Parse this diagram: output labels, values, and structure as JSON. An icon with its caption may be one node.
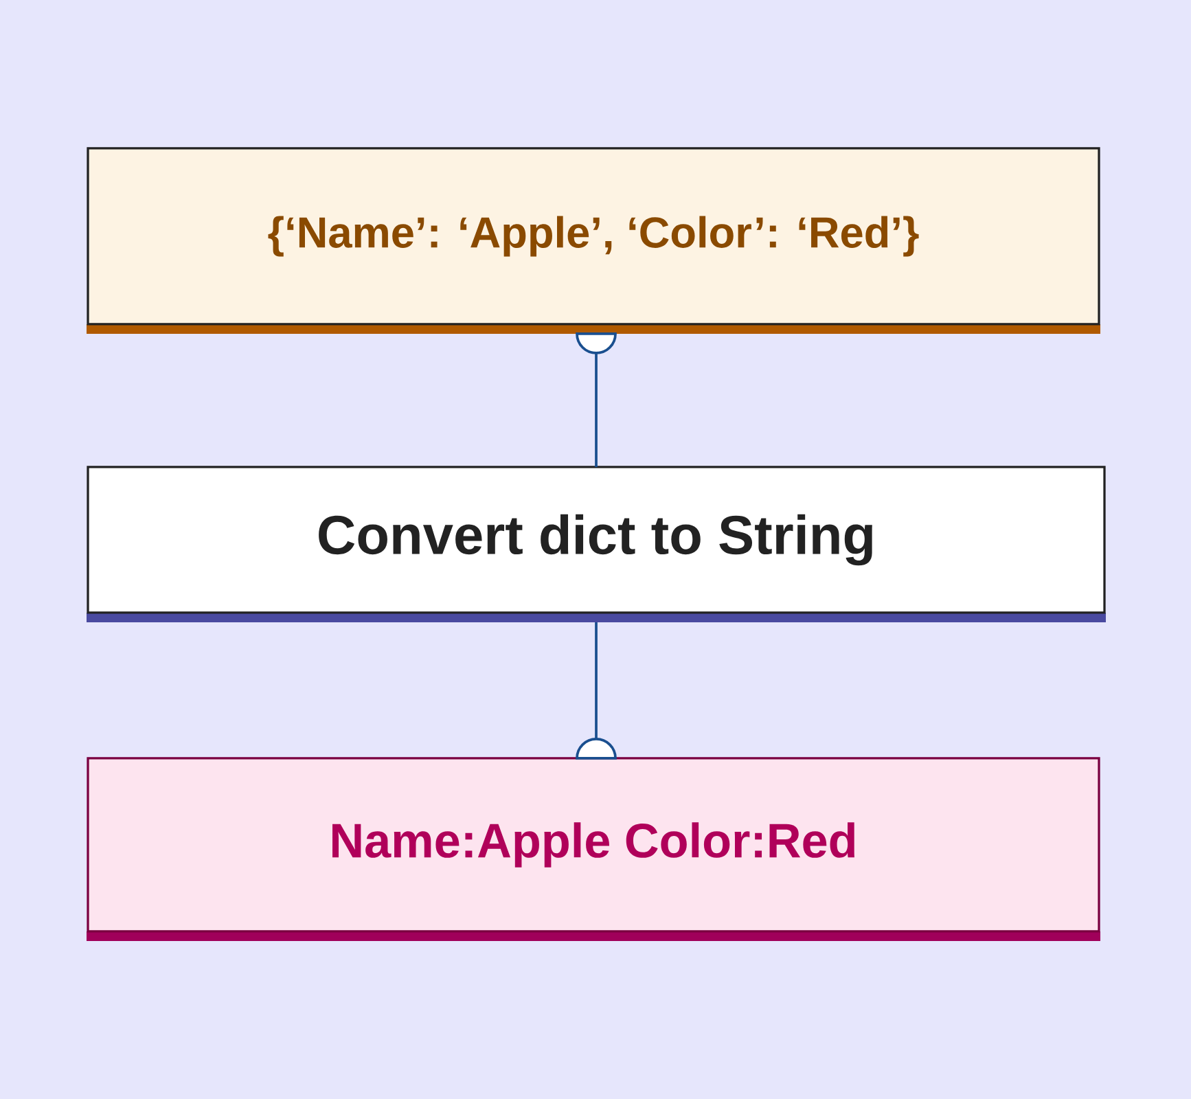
{
  "diagram": {
    "nodes": [
      {
        "text": [
          "{‘Name’: ‘Apple’, ‘Color’: ‘Red’}"
        ]
      },
      {
        "text": [
          "Convert dict to String"
        ]
      },
      {
        "text": [
          "Name:Apple Color:Red"
        ]
      }
    ],
    "edges": [
      {
        "from": 1,
        "to": 0,
        "arrow": "other"
      },
      {
        "from": 1,
        "to": 2,
        "arrow": "other"
      }
    ]
  }
}
